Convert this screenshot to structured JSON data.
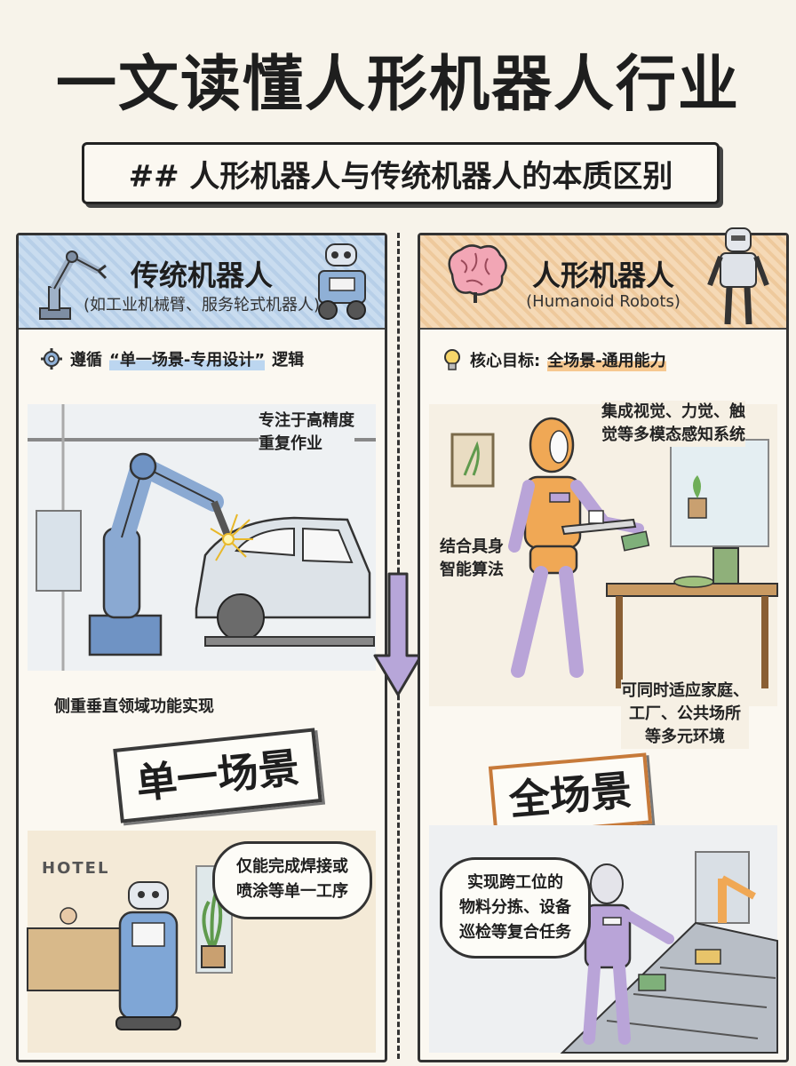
{
  "title": "一文读懂人形机器人行业",
  "subtitle": "## 人形机器人与传统机器人的本质区别",
  "left": {
    "title": "传统机器人",
    "subtitle": "(如工业机械臂、服务轮式机器人)",
    "logic_prefix": "遵循",
    "logic_highlight": "“单一场景-专用设计”",
    "logic_suffix": "逻辑",
    "note_precision": "专注于高精度\n重复作业",
    "note_vertical": "侧重垂直领域功能实现",
    "stamp": "单一场景",
    "hotel_sign": "HOTEL",
    "bubble": "仅能完成焊接或\n喷涂等单一工序"
  },
  "right": {
    "title": "人形机器人",
    "subtitle": "(Humanoid Robots)",
    "logic_prefix": "核心目标:",
    "logic_highlight": "全场景-通用能力",
    "note_perception": "集成视觉、力觉、触\n觉等多模态感知系统",
    "note_ai": "结合具身\n智能算法",
    "note_env": "可同时适应家庭、\n工厂、公共场所\n等多元环境",
    "stamp": "全场景",
    "bubble": "实现跨工位的\n物料分拣、设备\n巡检等复合任务"
  },
  "colors": {
    "left_header": "#c9dcef",
    "right_header": "#f5d9b6",
    "robot_orange": "#f0a855",
    "robot_purple": "#b9a4d8",
    "arrow_purple": "#b7a6d9",
    "arm_blue": "#6f93c4"
  }
}
